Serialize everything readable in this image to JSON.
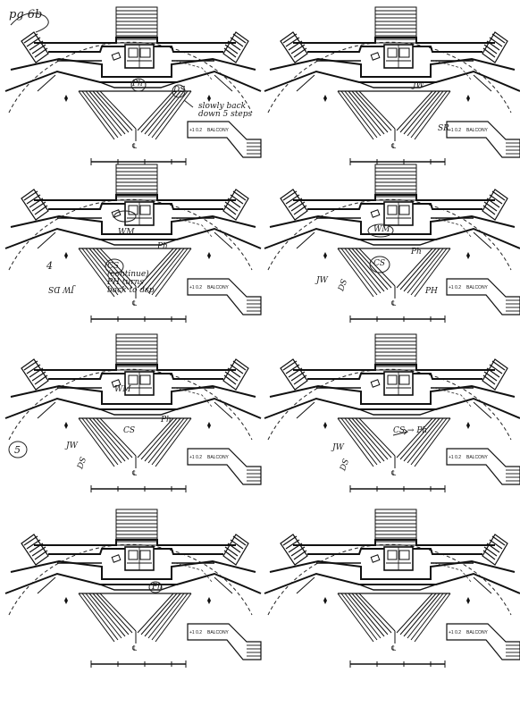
{
  "sheet_label": "pg 6b",
  "panels": [
    {
      "id": 1,
      "balcony_label": "BALCONY",
      "dim_label": "+1 0.2",
      "centerline_label": "℄",
      "notes": [
        "Ph",
        "DS",
        "slowly back down 5 steps"
      ]
    },
    {
      "id": 2,
      "balcony_label": "BALCONY",
      "dim_label": "+1 0.2",
      "centerline_label": "℄",
      "notes": [
        "JW",
        "SR"
      ]
    },
    {
      "id": 3,
      "balcony_label": "BALCONY",
      "dim_label": "+1 0.2",
      "centerline_label": "℄",
      "notes": [
        "4",
        "WM",
        "Ph",
        "CS (continue) PH turns back to dsp",
        "JW DS"
      ]
    },
    {
      "id": 4,
      "balcony_label": "BALCONY",
      "dim_label": "+1 0.2",
      "centerline_label": "℄",
      "notes": [
        "WM",
        "Ph",
        "CS",
        "JW",
        "DS",
        "PH"
      ]
    },
    {
      "id": 5,
      "balcony_label": "BALCONY",
      "dim_label": "+1 0.2",
      "centerline_label": "℄",
      "notes": [
        "WM",
        "CS",
        "Ph",
        "5",
        "JW",
        "DS"
      ]
    },
    {
      "id": 6,
      "balcony_label": "BALCONY",
      "dim_label": "+1 0.2",
      "centerline_label": "℄",
      "notes": [
        "CS → Ph",
        "JW",
        "DS"
      ]
    },
    {
      "id": 7,
      "balcony_label": "BALCONY",
      "dim_label": "+1 0.2",
      "centerline_label": "℄",
      "notes": [
        "Ph"
      ]
    },
    {
      "id": 8,
      "balcony_label": "BALCONY",
      "dim_label": "+1 0.2",
      "centerline_label": "℄",
      "notes": []
    }
  ]
}
